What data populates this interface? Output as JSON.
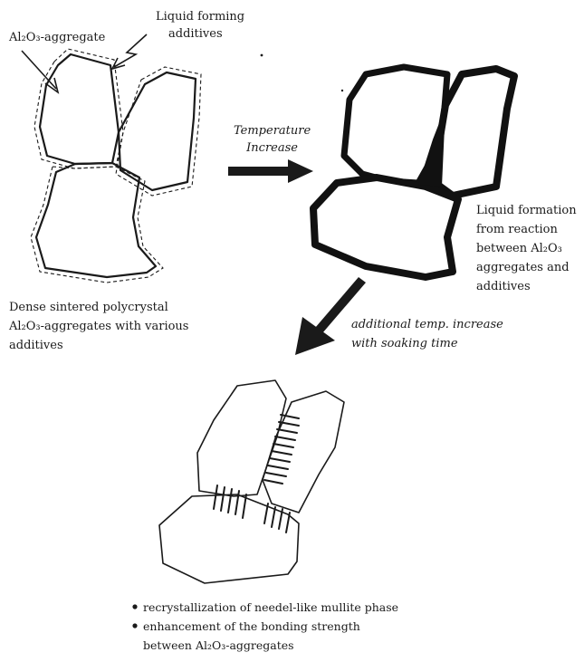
{
  "labels": {
    "aggregate": "Al₂O₃-aggregate",
    "liquid_forming": [
      "Liquid forming",
      "additives"
    ],
    "temperature_increase": [
      "Temperature",
      "Increase"
    ],
    "dense_sintered": [
      "Dense sintered polycrystal",
      "Al₂O₃-aggregates with various",
      "additives"
    ],
    "liquid_formation": [
      "Liquid formation",
      "from reaction",
      "between Al₂O₃",
      "aggregates and",
      "additives"
    ],
    "additional_temp": [
      "additional temp. increase",
      "with soaking time"
    ],
    "bullets": [
      "recrystallization of needel-like mullite phase",
      "enhancement of the bonding strength"
    ],
    "bullet_continuation": "between Al₂O₃-aggregates"
  },
  "colors": {
    "ink": "#1a1a1a",
    "background": "#ffffff"
  }
}
